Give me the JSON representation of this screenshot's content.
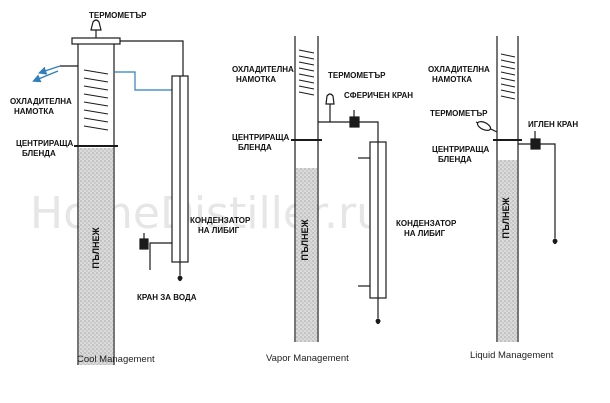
{
  "watermark": "HomeDistiller.ru",
  "colors": {
    "line": "#1a1a1a",
    "packing": "#c9c9c9",
    "water": "#2f7fc0"
  },
  "cool": {
    "thermometer": "ТЕРМОМЕТЪР",
    "coil": [
      "ОХЛАДИТЕЛНА",
      "НАМОТКА"
    ],
    "plate": [
      "ЦЕНТРИРАЩА",
      "БЛЕНДА"
    ],
    "condenser": [
      "КОНДЕНЗАТОР",
      "НА ЛИБИГ"
    ],
    "valve": "КРАН ЗА ВОДА",
    "packing": "ПЪЛНЕЖ",
    "caption": "Cool Management"
  },
  "vapor": {
    "coil": [
      "ОХЛАДИТЕЛНА",
      "НАМОТКА"
    ],
    "thermometer": "ТЕРМОМЕТЪР",
    "valve": "СФЕРИЧЕН КРАН",
    "plate": [
      "ЦЕНТРИРАЩА",
      "БЛЕНДА"
    ],
    "condenser": [
      "КОНДЕНЗАТОР",
      "НА ЛИБИГ"
    ],
    "packing": "ПЪЛНЕЖ",
    "caption": "Vapor Management"
  },
  "liquid": {
    "coil": [
      "ОХЛАДИТЕЛНА",
      "НАМОТКА"
    ],
    "thermometer": "ТЕРМОМЕТЪР",
    "valve": "ИГЛЕН КРАН",
    "plate": [
      "ЦЕНТРИРАЩА",
      "БЛЕНДА"
    ],
    "packing": "ПЪЛНЕЖ",
    "caption": "Liquid Management"
  }
}
